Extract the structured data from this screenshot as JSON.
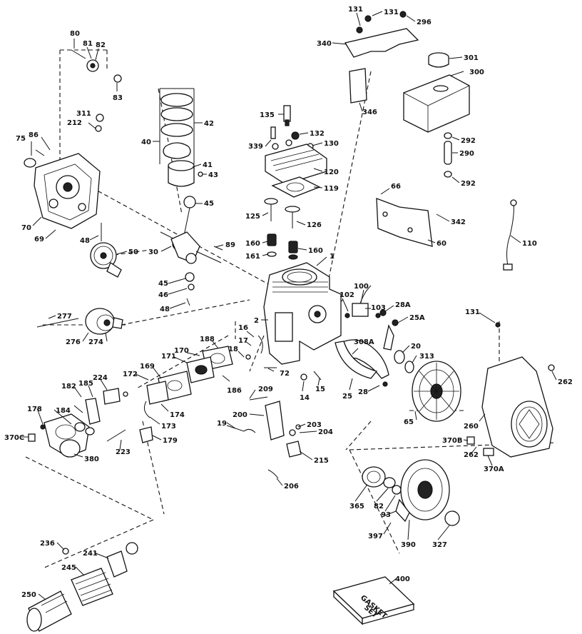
{
  "diagram": {
    "kit_label": [
      "GASKET",
      "SET"
    ],
    "parts": [
      {
        "id": "p80",
        "label": "80"
      },
      {
        "id": "p81",
        "label": "81"
      },
      {
        "id": "p82a",
        "label": "82"
      },
      {
        "id": "p83",
        "label": "83"
      },
      {
        "id": "p311",
        "label": "311"
      },
      {
        "id": "p212",
        "label": "212"
      },
      {
        "id": "p75",
        "label": "75"
      },
      {
        "id": "p86",
        "label": "86"
      },
      {
        "id": "p70",
        "label": "70"
      },
      {
        "id": "p69",
        "label": "69"
      },
      {
        "id": "p40",
        "label": "40"
      },
      {
        "id": "p42",
        "label": "42"
      },
      {
        "id": "p41",
        "label": "41"
      },
      {
        "id": "p43",
        "label": "43"
      },
      {
        "id": "p45a",
        "label": "45"
      },
      {
        "id": "p48a",
        "label": "48"
      },
      {
        "id": "p50",
        "label": "50"
      },
      {
        "id": "p30",
        "label": "30"
      },
      {
        "id": "p89",
        "label": "89"
      },
      {
        "id": "p45b",
        "label": "45"
      },
      {
        "id": "p46",
        "label": "46"
      },
      {
        "id": "p48b",
        "label": "48"
      },
      {
        "id": "p135",
        "label": "135"
      },
      {
        "id": "p339",
        "label": "339"
      },
      {
        "id": "p132",
        "label": "132"
      },
      {
        "id": "p130",
        "label": "130"
      },
      {
        "id": "p120",
        "label": "120"
      },
      {
        "id": "p119",
        "label": "119"
      },
      {
        "id": "p125",
        "label": "125"
      },
      {
        "id": "p126",
        "label": "126"
      },
      {
        "id": "p160a",
        "label": "160"
      },
      {
        "id": "p161",
        "label": "161"
      },
      {
        "id": "p160b",
        "label": "160"
      },
      {
        "id": "p1",
        "label": "1"
      },
      {
        "id": "p131a",
        "label": "131"
      },
      {
        "id": "p131b",
        "label": "131"
      },
      {
        "id": "p296",
        "label": "296"
      },
      {
        "id": "p340",
        "label": "340"
      },
      {
        "id": "p301",
        "label": "301"
      },
      {
        "id": "p300",
        "label": "300"
      },
      {
        "id": "p346",
        "label": "346"
      },
      {
        "id": "p292a",
        "label": "292"
      },
      {
        "id": "p290",
        "label": "290"
      },
      {
        "id": "p292b",
        "label": "292"
      },
      {
        "id": "p66",
        "label": "66"
      },
      {
        "id": "p342",
        "label": "342"
      },
      {
        "id": "p60",
        "label": "60"
      },
      {
        "id": "p110",
        "label": "110"
      },
      {
        "id": "p277",
        "label": "277"
      },
      {
        "id": "p276",
        "label": "276"
      },
      {
        "id": "p274",
        "label": "274"
      },
      {
        "id": "p100",
        "label": "100"
      },
      {
        "id": "p102",
        "label": "102"
      },
      {
        "id": "p103",
        "label": "103"
      },
      {
        "id": "p28a",
        "label": "28A"
      },
      {
        "id": "p25a",
        "label": "25A"
      },
      {
        "id": "p16",
        "label": "16"
      },
      {
        "id": "p2",
        "label": "2"
      },
      {
        "id": "p17",
        "label": "17"
      },
      {
        "id": "p18",
        "label": "18"
      },
      {
        "id": "p188",
        "label": "188"
      },
      {
        "id": "p170",
        "label": "170"
      },
      {
        "id": "p171",
        "label": "171"
      },
      {
        "id": "p169",
        "label": "169"
      },
      {
        "id": "p172",
        "label": "172"
      },
      {
        "id": "p186",
        "label": "186"
      },
      {
        "id": "p174",
        "label": "174"
      },
      {
        "id": "p173",
        "label": "173"
      },
      {
        "id": "p72",
        "label": "72"
      },
      {
        "id": "p308a",
        "label": "308A"
      },
      {
        "id": "p20",
        "label": "20"
      },
      {
        "id": "p313",
        "label": "313"
      },
      {
        "id": "p25",
        "label": "25"
      },
      {
        "id": "p28",
        "label": "28"
      },
      {
        "id": "p14",
        "label": "14"
      },
      {
        "id": "p15",
        "label": "15"
      },
      {
        "id": "p131c",
        "label": "131"
      },
      {
        "id": "p262a",
        "label": "262"
      },
      {
        "id": "p65",
        "label": "65"
      },
      {
        "id": "p260",
        "label": "260"
      },
      {
        "id": "p370b",
        "label": "370B"
      },
      {
        "id": "p262b",
        "label": "262"
      },
      {
        "id": "p370a",
        "label": "370A"
      },
      {
        "id": "p182",
        "label": "182"
      },
      {
        "id": "p185",
        "label": "185"
      },
      {
        "id": "p224",
        "label": "224"
      },
      {
        "id": "p178",
        "label": "178"
      },
      {
        "id": "p184",
        "label": "184"
      },
      {
        "id": "p370c",
        "label": "370C"
      },
      {
        "id": "p223",
        "label": "223"
      },
      {
        "id": "p179",
        "label": "179"
      },
      {
        "id": "p380",
        "label": "380"
      },
      {
        "id": "p209",
        "label": "209"
      },
      {
        "id": "p200",
        "label": "200"
      },
      {
        "id": "p19",
        "label": "19"
      },
      {
        "id": "p203",
        "label": "203"
      },
      {
        "id": "p204",
        "label": "204"
      },
      {
        "id": "p215",
        "label": "215"
      },
      {
        "id": "p206",
        "label": "206"
      },
      {
        "id": "p365",
        "label": "365"
      },
      {
        "id": "p82b",
        "label": "82"
      },
      {
        "id": "p93",
        "label": "93"
      },
      {
        "id": "p397",
        "label": "397"
      },
      {
        "id": "p390",
        "label": "390"
      },
      {
        "id": "p327",
        "label": "327"
      },
      {
        "id": "p236",
        "label": "236"
      },
      {
        "id": "p241",
        "label": "241"
      },
      {
        "id": "p245",
        "label": "245"
      },
      {
        "id": "p250",
        "label": "250"
      },
      {
        "id": "p400",
        "label": "400"
      }
    ]
  }
}
